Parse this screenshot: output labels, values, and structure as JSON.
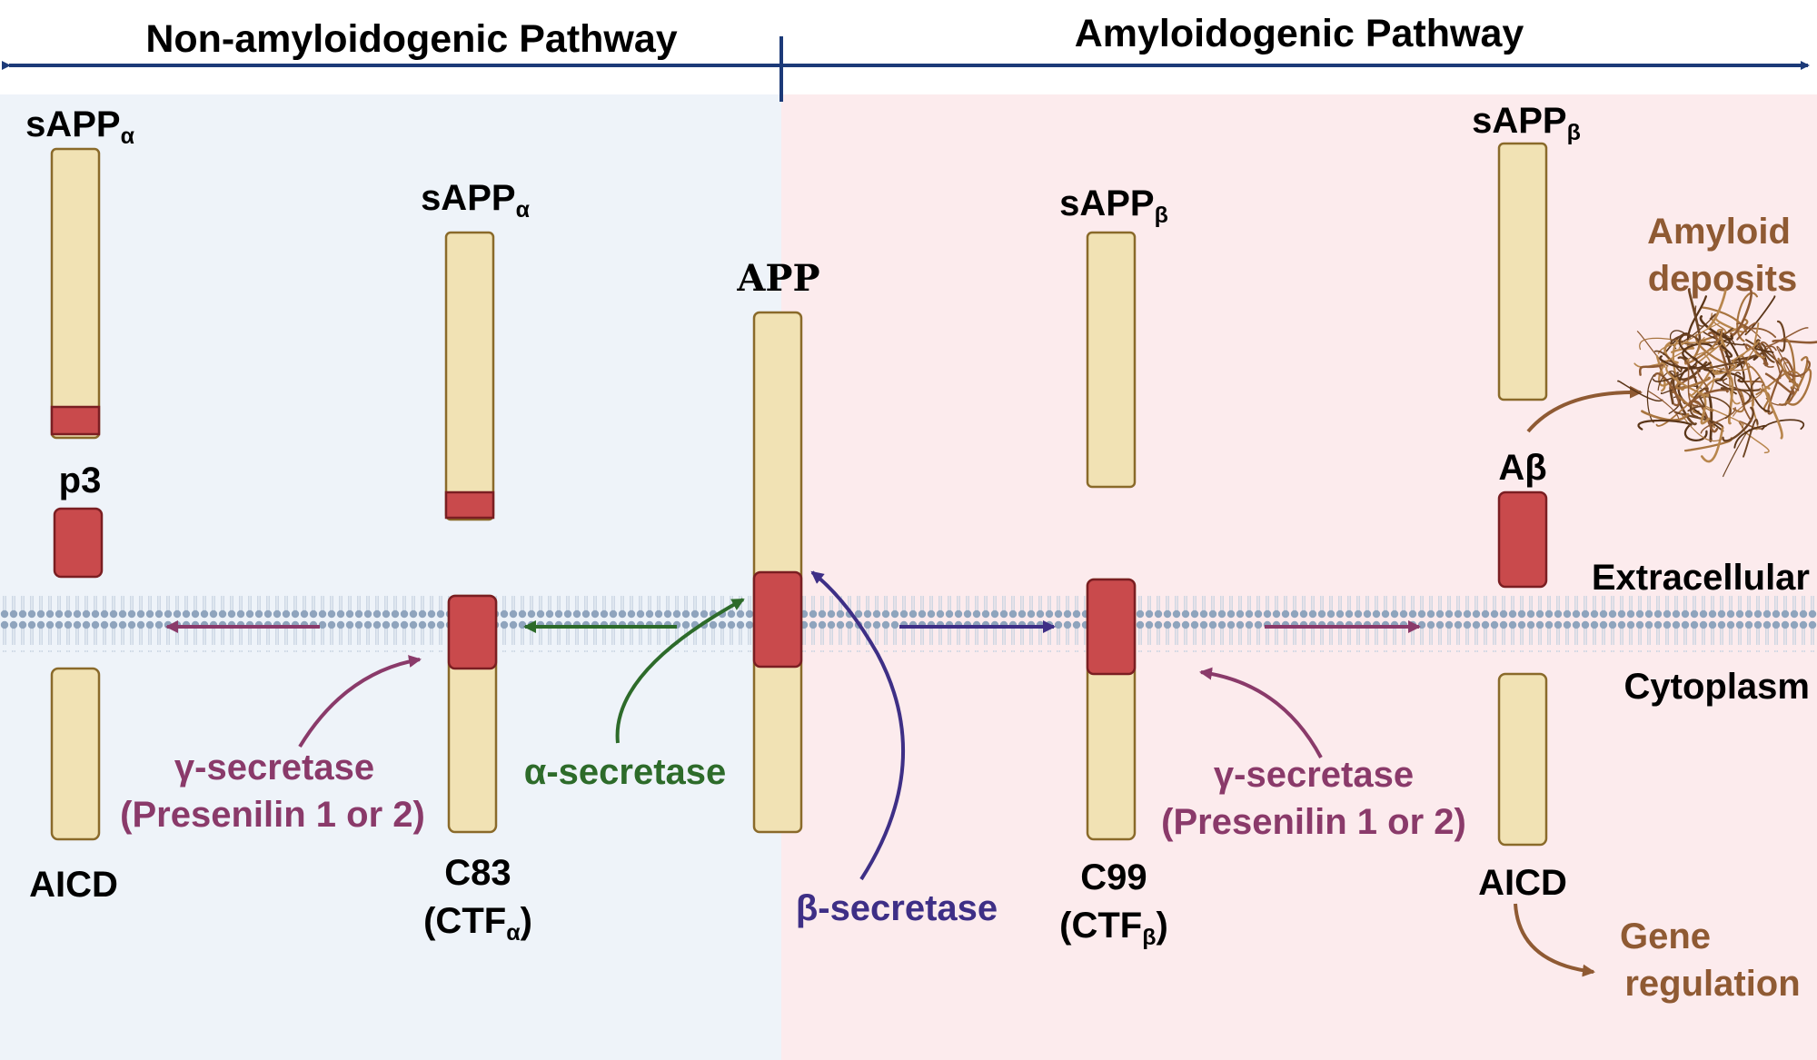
{
  "header": {
    "left_title": "Non-amyloidogenic Pathway",
    "right_title": "Amyloidogenic Pathway"
  },
  "labels": {
    "sapp_alpha_left": "sAPP",
    "sapp_alpha_mid": "sAPP",
    "alpha_sub": "α",
    "sapp_beta_mid": "sAPP",
    "sapp_beta_right": "sAPP",
    "beta_sub": "β",
    "app": "APP",
    "p3": "p3",
    "abeta": "Aβ",
    "aicd_left": "AICD",
    "aicd_right": "AICD",
    "c83": "C83",
    "c99": "C99",
    "ctf_open": "(CTF",
    "ctf_close": ")",
    "extracellular": "Extracellular",
    "cytoplasm": "Cytoplasm"
  },
  "enzymes": {
    "gamma_left_line1": "γ-secretase",
    "gamma_left_line2": "(Presenilin 1 or 2)",
    "alpha": "α-secretase",
    "beta": "β-secretase",
    "gamma_right_line1": "γ-secretase",
    "gamma_right_line2": "(Presenilin 1 or 2)"
  },
  "outcomes": {
    "amyloid_line1": "Amyloid",
    "amyloid_line2": "deposits",
    "gene_line1": "Gene",
    "gene_line2": "regulation"
  },
  "colors": {
    "left_bg": "#eef3f9",
    "right_bg": "#fcebed",
    "protein_fill": "#f1e2b4",
    "protein_stroke": "#8a6a2a",
    "fragment_fill": "#c94a4c",
    "fragment_stroke": "#7a1e22",
    "membrane_dot": "#8fa4bd",
    "header_arrow": "#1c3a78",
    "gamma": "#8a3a6a",
    "alpha": "#2d6b2a",
    "beta": "#3e2f86",
    "brown": "#8f5a33"
  },
  "icons": [
    "amyloid-deposit-icon"
  ]
}
